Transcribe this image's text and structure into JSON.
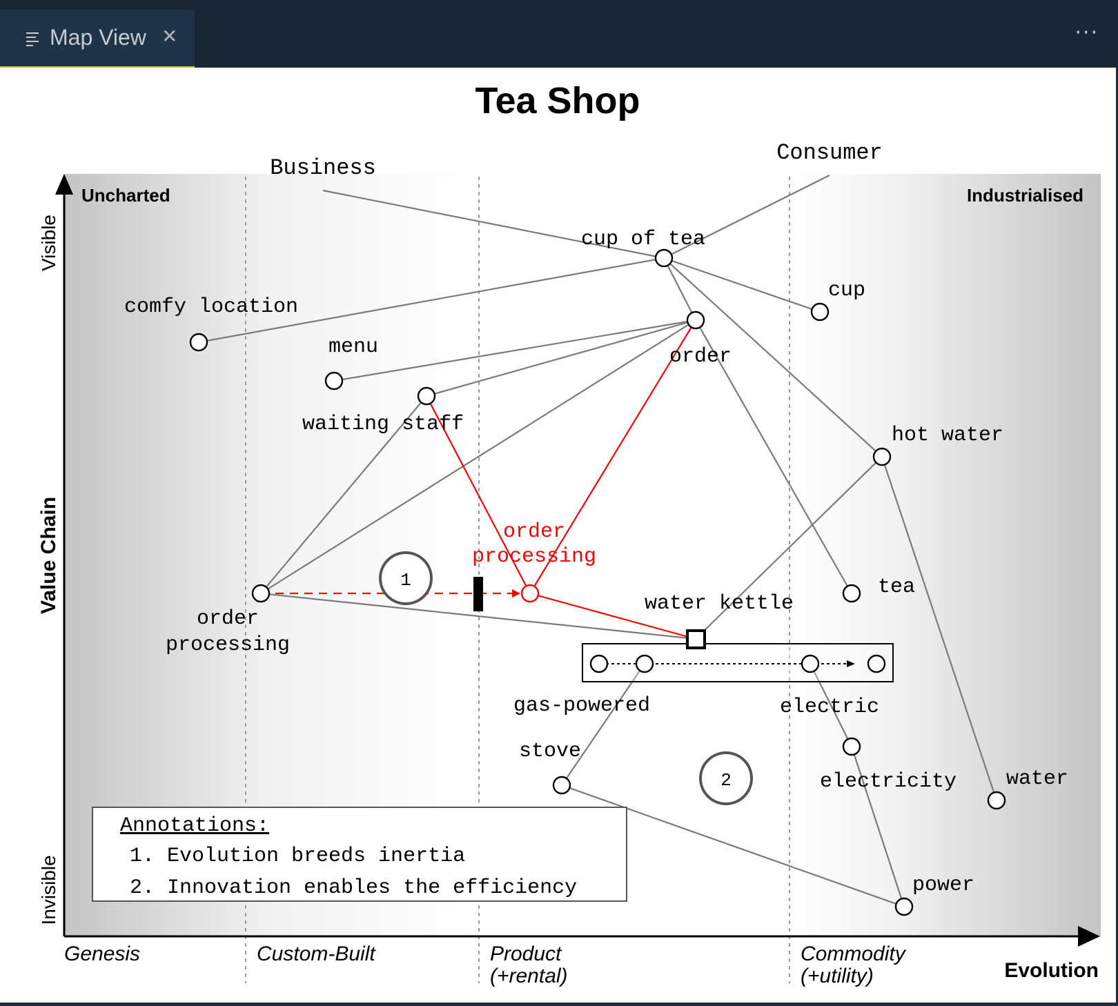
{
  "tab": {
    "icon": "list-lines-icon",
    "label": "Map View",
    "close_icon": "close-icon"
  },
  "more_menu": "···",
  "map": {
    "title": "Tea Shop",
    "y_axis": {
      "label": "Value Chain",
      "top": "Visible",
      "bottom": "Invisible"
    },
    "x_axis": {
      "label": "Evolution",
      "stages": [
        "Genesis",
        "Custom-Built",
        "Product",
        "(+rental)",
        "Commodity",
        "(+utility)"
      ]
    },
    "regions": {
      "left": "Uncharted",
      "right": "Industrialised"
    },
    "anchors": [
      "Business",
      "Consumer"
    ],
    "components": [
      {
        "id": "cup-of-tea",
        "label": "cup of tea"
      },
      {
        "id": "cup",
        "label": "cup"
      },
      {
        "id": "comfy-location",
        "label": "comfy location"
      },
      {
        "id": "order",
        "label": "order"
      },
      {
        "id": "menu",
        "label": "menu"
      },
      {
        "id": "waiting-staff",
        "label": "waiting staff"
      },
      {
        "id": "hot-water",
        "label": "hot water"
      },
      {
        "id": "order-processing-new",
        "label_line1": "order",
        "label_line2": "processing"
      },
      {
        "id": "order-processing",
        "label_line1": "order",
        "label_line2": "processing"
      },
      {
        "id": "water-kettle",
        "label": "water kettle"
      },
      {
        "id": "tea",
        "label": "tea"
      },
      {
        "id": "gas-powered",
        "label": "gas-powered"
      },
      {
        "id": "electric",
        "label": "electric"
      },
      {
        "id": "stove",
        "label": "stove"
      },
      {
        "id": "electricity",
        "label": "electricity"
      },
      {
        "id": "water",
        "label": "water"
      },
      {
        "id": "power",
        "label": "power"
      }
    ],
    "annotation_markers": [
      "1",
      "2"
    ],
    "annotations": {
      "heading": "Annotations:",
      "items": [
        "1. Evolution breeds inertia",
        "2. Innovation enables the efficiency"
      ]
    },
    "colors": {
      "evolved": "#ff0000",
      "link": "#7a7a7a",
      "axis": "#000000"
    }
  }
}
